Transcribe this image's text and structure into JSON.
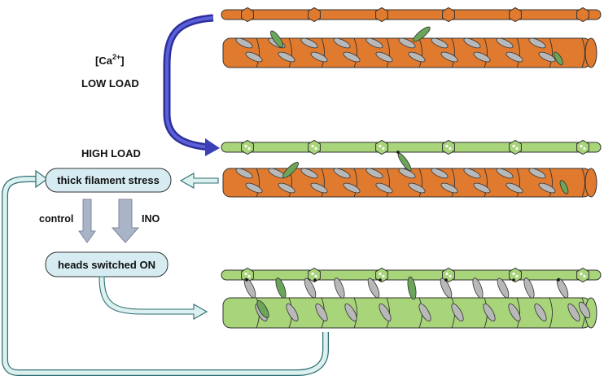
{
  "labels": {
    "calcium_base": "[Ca",
    "calcium_sup": "2+",
    "calcium_close": "]",
    "low_load": "LOW LOAD",
    "high_load": "HIGH LOAD",
    "control": "control",
    "ino": "INO"
  },
  "boxes": {
    "thick_filament_stress": "thick filament stress",
    "heads_switched_on": "heads switched ON"
  },
  "colors": {
    "thick_orange": "#e07a2e",
    "thin_orange": "#e07a2e",
    "thick_green": "#a8d57a",
    "thin_green": "#a8d57a",
    "head_grey": "#b8b8b8",
    "head_green": "#6aa55a",
    "box_fill": "#d6ecf2",
    "blue_arrow": "#3b3fb5",
    "grey_arrow": "#aab4c8"
  }
}
